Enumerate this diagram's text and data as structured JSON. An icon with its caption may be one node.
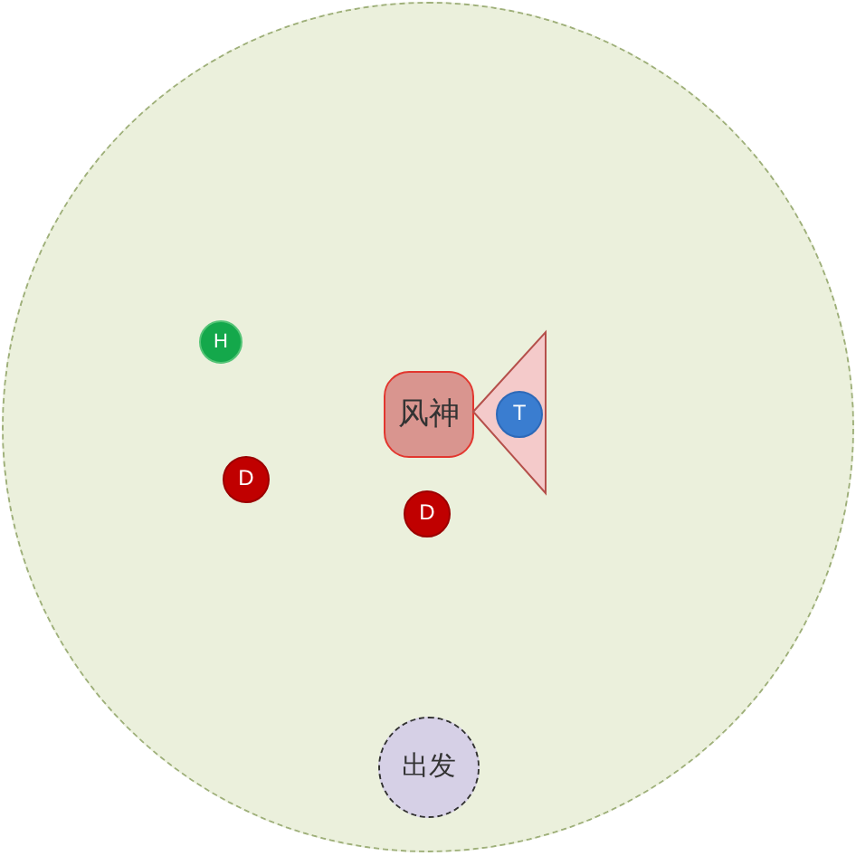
{
  "diagram": {
    "nodes": [
      {
        "text": [],
        "shape": "circle"
      },
      {
        "text": [
          "H"
        ],
        "in": 0
      },
      {
        "text": [
          "风神"
        ],
        "in": 0
      },
      {
        "text": [],
        "shape": "triangle",
        "in": 0
      },
      {
        "text": [
          "T"
        ],
        "in": 3
      },
      {
        "text": [
          "D"
        ],
        "in": 0
      },
      {
        "text": [
          "D"
        ],
        "in": 0
      },
      {
        "text": [
          "出发"
        ],
        "in": 0
      }
    ]
  }
}
